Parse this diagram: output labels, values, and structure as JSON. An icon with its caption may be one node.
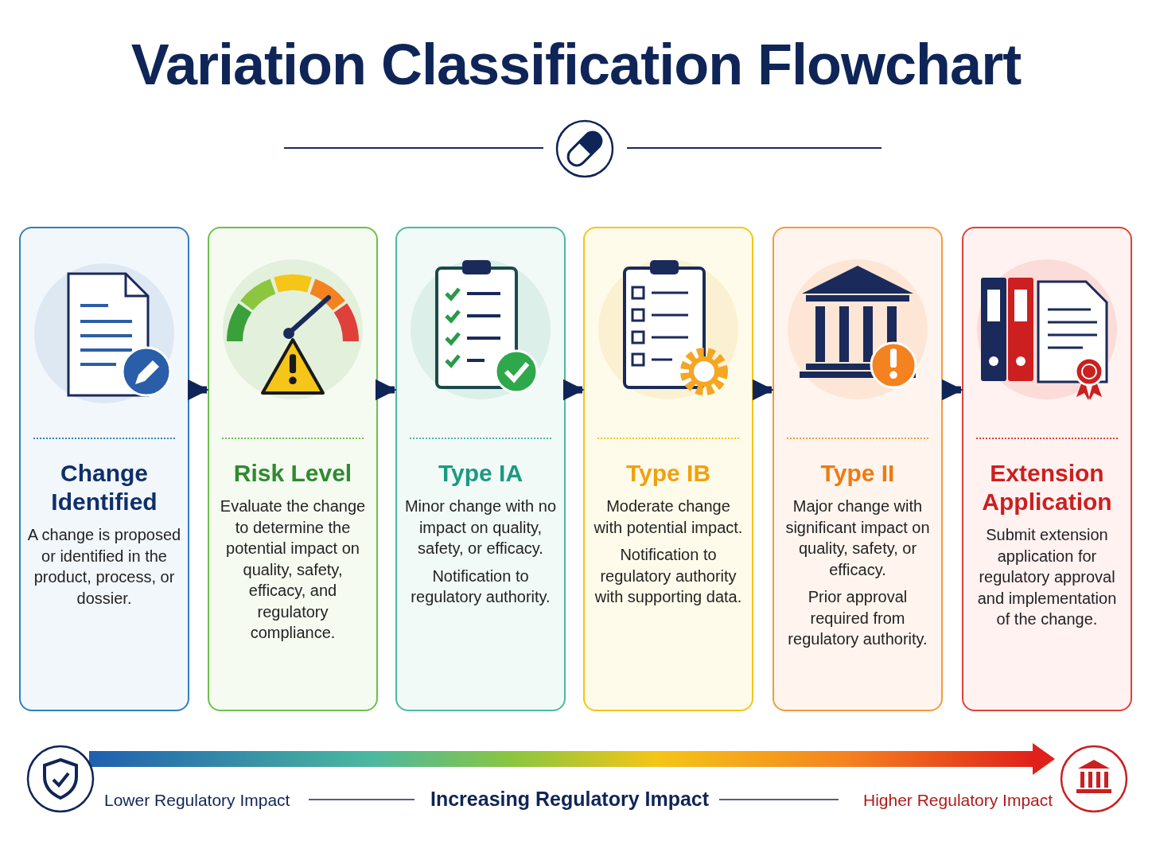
{
  "diagram": {
    "title": "Variation Classification Flowchart",
    "nodes": [
      {
        "text": [
          "Change Identified",
          "A change is proposed or identified in the product, process, or dossier."
        ]
      },
      {
        "text": [
          "Risk Level",
          "Evaluate the change to determine the potential impact on quality, safety, efficacy, and regulatory compliance."
        ]
      },
      {
        "text": [
          "Type IA",
          "Minor change with no impact on quality, safety, or efficacy.",
          "Notification to regulatory authority."
        ]
      },
      {
        "text": [
          "Type IB",
          "Moderate change with potential impact.",
          "Notification to regulatory authority with supporting data."
        ]
      },
      {
        "text": [
          "Type II",
          "Major change with significant impact on quality, safety, or efficacy.",
          "Prior approval required from regulatory authority."
        ]
      },
      {
        "text": [
          "Extension Application",
          "Submit extension application for regulatory approval and implementation of the change."
        ]
      }
    ],
    "edges": [
      {
        "from": 0,
        "to": 1,
        "arrow": "to"
      },
      {
        "from": 1,
        "to": 2,
        "arrow": "to"
      },
      {
        "from": 2,
        "to": 3,
        "arrow": "to"
      },
      {
        "from": 3,
        "to": 4,
        "arrow": "to"
      },
      {
        "from": 4,
        "to": 5,
        "arrow": "to"
      }
    ],
    "labels": [
      "Lower Regulatory Impact",
      "Increasing Regulatory Impact",
      "Higher Regulatory Impact"
    ]
  }
}
